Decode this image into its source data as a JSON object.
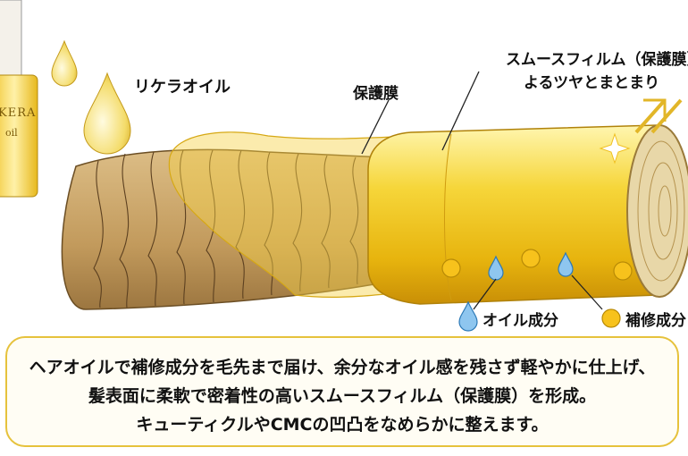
{
  "labels": {
    "product_name": "KERA",
    "product_sub": "oil",
    "oil": "リケラオイル",
    "protective_film": "保護膜",
    "smooth_film_line1": "スムースフィルム（保護膜）",
    "smooth_film_line2": "よるツヤとまとまり"
  },
  "legend": {
    "oil_component": "オイル成分",
    "repair_component": "補修成分"
  },
  "callout": {
    "line1": "ヘアオイルで補修成分を毛先まで届け、余分なオイル感を残さず軽やかに仕上げ、",
    "line2": "髪表面に柔軟で密着性の高いスムースフィルム（保護膜）を形成。",
    "line3": "キューティクルやCMCの凹凸をなめらかに整えます。"
  },
  "colors": {
    "oil_gold": "#f3c61a",
    "hair_brown": "#c9a26a",
    "callout_border": "#e6c23c"
  }
}
